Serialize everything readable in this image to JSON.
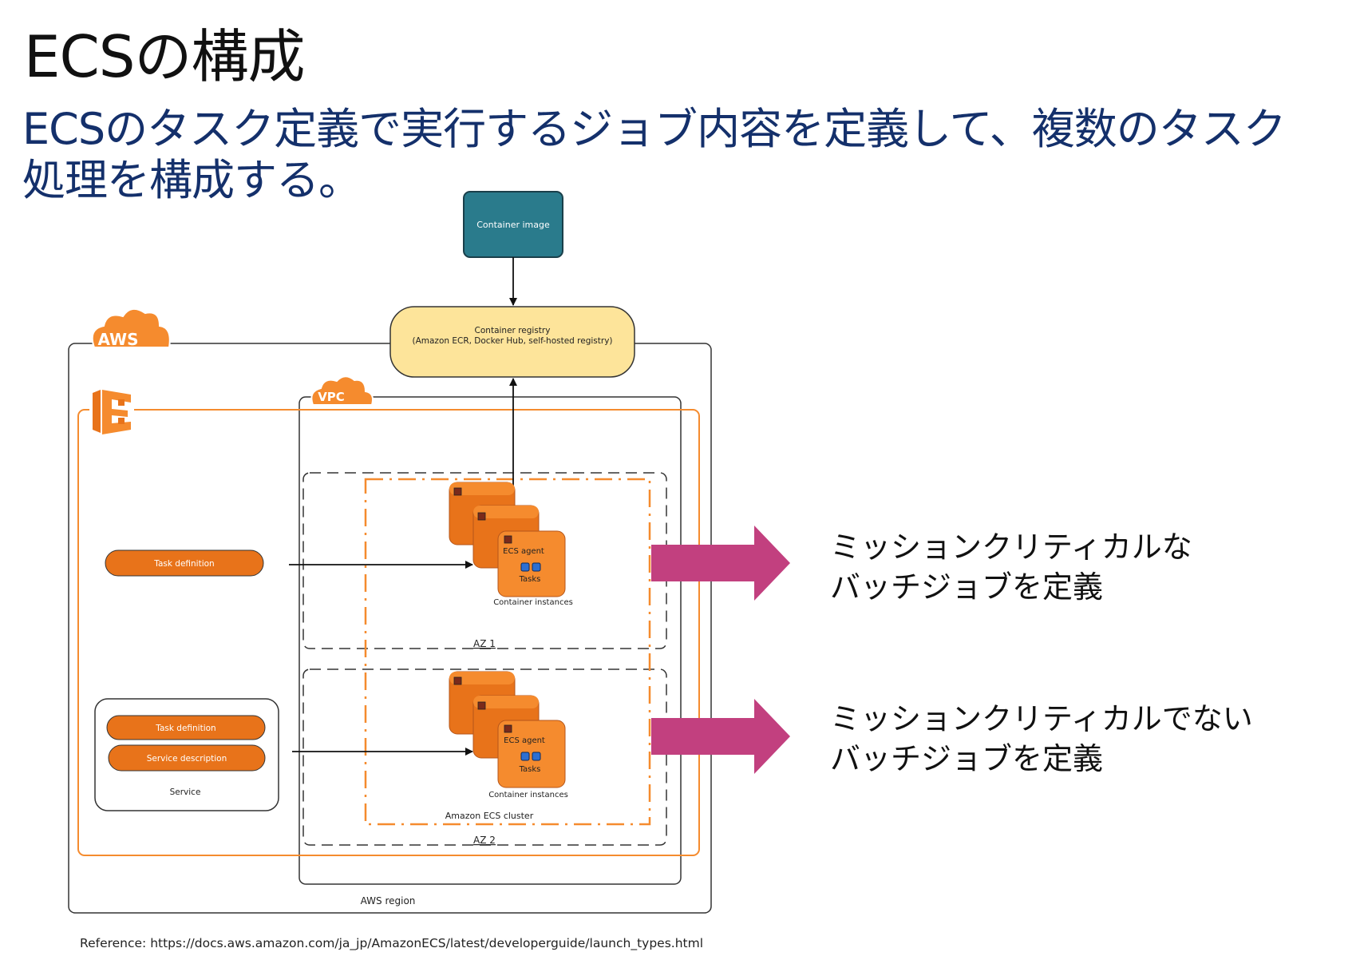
{
  "slide": {
    "title": "ECSの構成",
    "subtitle": "ECSのタスク定義で実行するジョブ内容を定義して、複数のタスク処理を構成する。",
    "reference": "Reference: https://docs.aws.amazon.com/ja_jp/AmazonECS/latest/developerguide/launch_types.html"
  },
  "diagram": {
    "container_image": "Container image",
    "registry_line1": "Container registry",
    "registry_line2": "(Amazon ECR, Docker Hub, self-hosted registry)",
    "aws_badge": "AWS",
    "vpc_badge": "VPC",
    "aws_region": "AWS region",
    "ecs_cluster": "Amazon ECS cluster",
    "az1": "AZ 1",
    "az2": "AZ 2",
    "task_definition_1": "Task definition",
    "task_definition_2": "Task definition",
    "service_description": "Service description",
    "service": "Service",
    "ecs_agent_1": "ECS agent",
    "tasks_1": "Tasks",
    "container_instances_1": "Container instances",
    "ecs_agent_2": "ECS agent",
    "tasks_2": "Tasks",
    "container_instances_2": "Container instances"
  },
  "callouts": {
    "first_line1": "ミッションクリティカルな",
    "first_line2": "バッチジョブを定義",
    "second_line1": "ミッションクリティカルでない",
    "second_line2": "バッチジョブを定義"
  },
  "colors": {
    "title_text": "#111111",
    "subtitle_text": "#14306b",
    "container_image_fill": "#2a7b8c",
    "registry_fill": "#fde49a",
    "aws_orange": "#f58b2e",
    "task_pill_fill": "#e8731a",
    "arrow_magenta": "#c2407f"
  },
  "icons": {
    "aws_cloud": "aws-cloud-icon",
    "vpc_cloud": "vpc-cloud-icon",
    "ecs_service": "ecs-service-icon",
    "container_instance": "container-instance-icon",
    "task": "task-icon"
  }
}
